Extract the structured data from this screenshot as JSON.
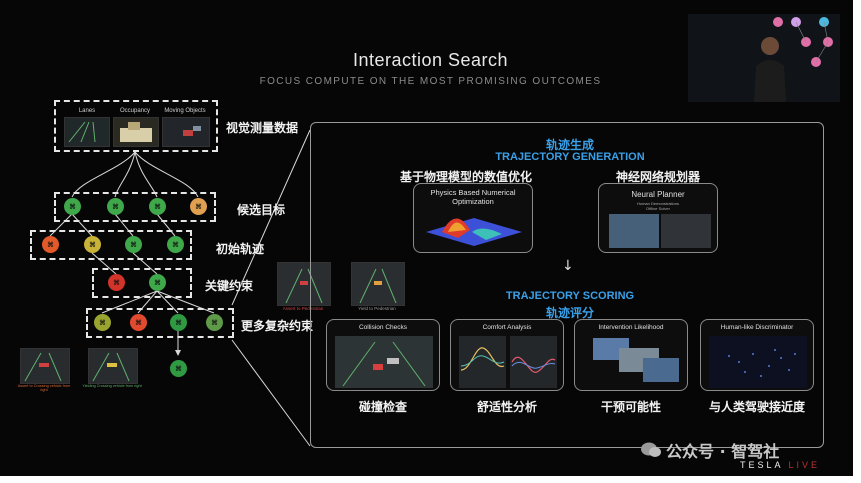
{
  "slide": {
    "title": "Interaction Search",
    "subtitle": "FOCUS COMPUTE ON THE MOST PROMISING OUTCOMES"
  },
  "left": {
    "perception_label_cn": "视觉测量数据",
    "perception_thumbs": [
      "Lanes",
      "Occupancy",
      "Moving Objects"
    ],
    "candidate_label_cn": "候选目标",
    "initial_label_cn": "初始轨迹",
    "key_label_cn": "关键约束",
    "complex_label_cn": "更多复杂约束",
    "mid_thumbs": [
      "Assert to Pedestrian",
      "Yield to Pedestrian"
    ],
    "bottom_thumbs": [
      "Assert to Crossing vehicle from right",
      "Yielding Crossing vehicle from right"
    ],
    "colors": {
      "green": "#3fa84a",
      "yellow": "#c9b238",
      "orange": "#e0a050",
      "red": "#d2342a",
      "olive": "#9aa530"
    }
  },
  "generation": {
    "header_cn": "轨迹生成",
    "header_en": "TRAJECTORY GENERATION",
    "left_cn": "基于物理模型的数值优化",
    "left_card": "Physics Based Numerical Optimization",
    "right_cn": "神经网络规划器",
    "right_card": "Neural Planner",
    "right_small1": "Human Demonstrations",
    "right_small2": "Offline Solver",
    "arrow": "↓"
  },
  "scoring": {
    "header_en": "TRAJECTORY SCORING",
    "header_cn": "轨迹评分",
    "cards": [
      {
        "label": "Collision Checks",
        "cn": "碰撞检查"
      },
      {
        "label": "Comfort Analysis",
        "cn": "舒适性分析"
      },
      {
        "label": "Intervention Likelihood",
        "cn": "干预可能性"
      },
      {
        "label": "Human-like Discriminator",
        "cn": "与人类驾驶接近度"
      }
    ]
  },
  "watermark": "公众号 · 智驾社",
  "brand": "TESLA",
  "brand_suffix": "LIVE",
  "accent_blue": "#3aa0e8"
}
